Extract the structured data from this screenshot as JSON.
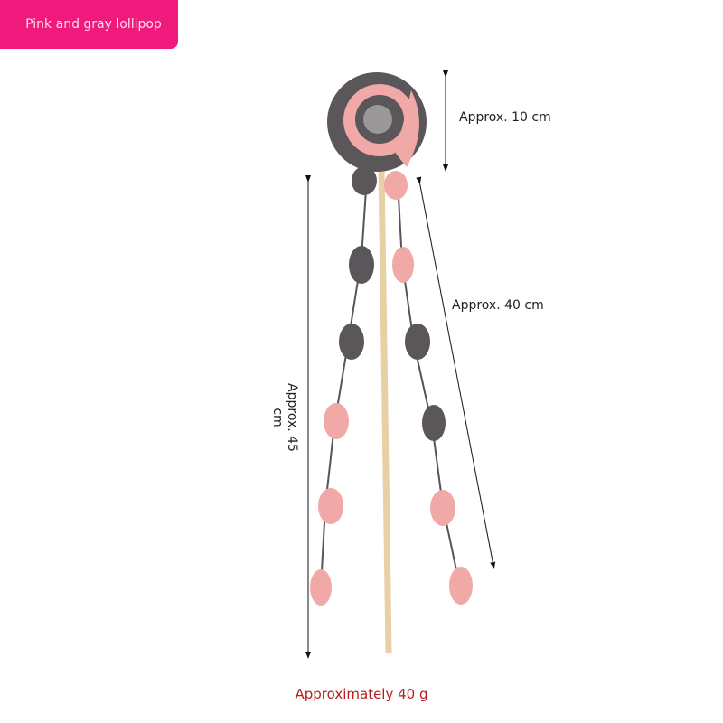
{
  "badge": {
    "label": "Pink and gray lollipop",
    "color": "#f01a7c"
  },
  "dimensions": {
    "head": "Approx. 10 cm",
    "tassel": "Approx. 40 cm",
    "stick": "Approx. 45 cm"
  },
  "weight": "Approximately 40 g",
  "colors": {
    "gray": "#5a5659",
    "pink": "#f0a9a6",
    "wood": "#e8cfa4"
  }
}
